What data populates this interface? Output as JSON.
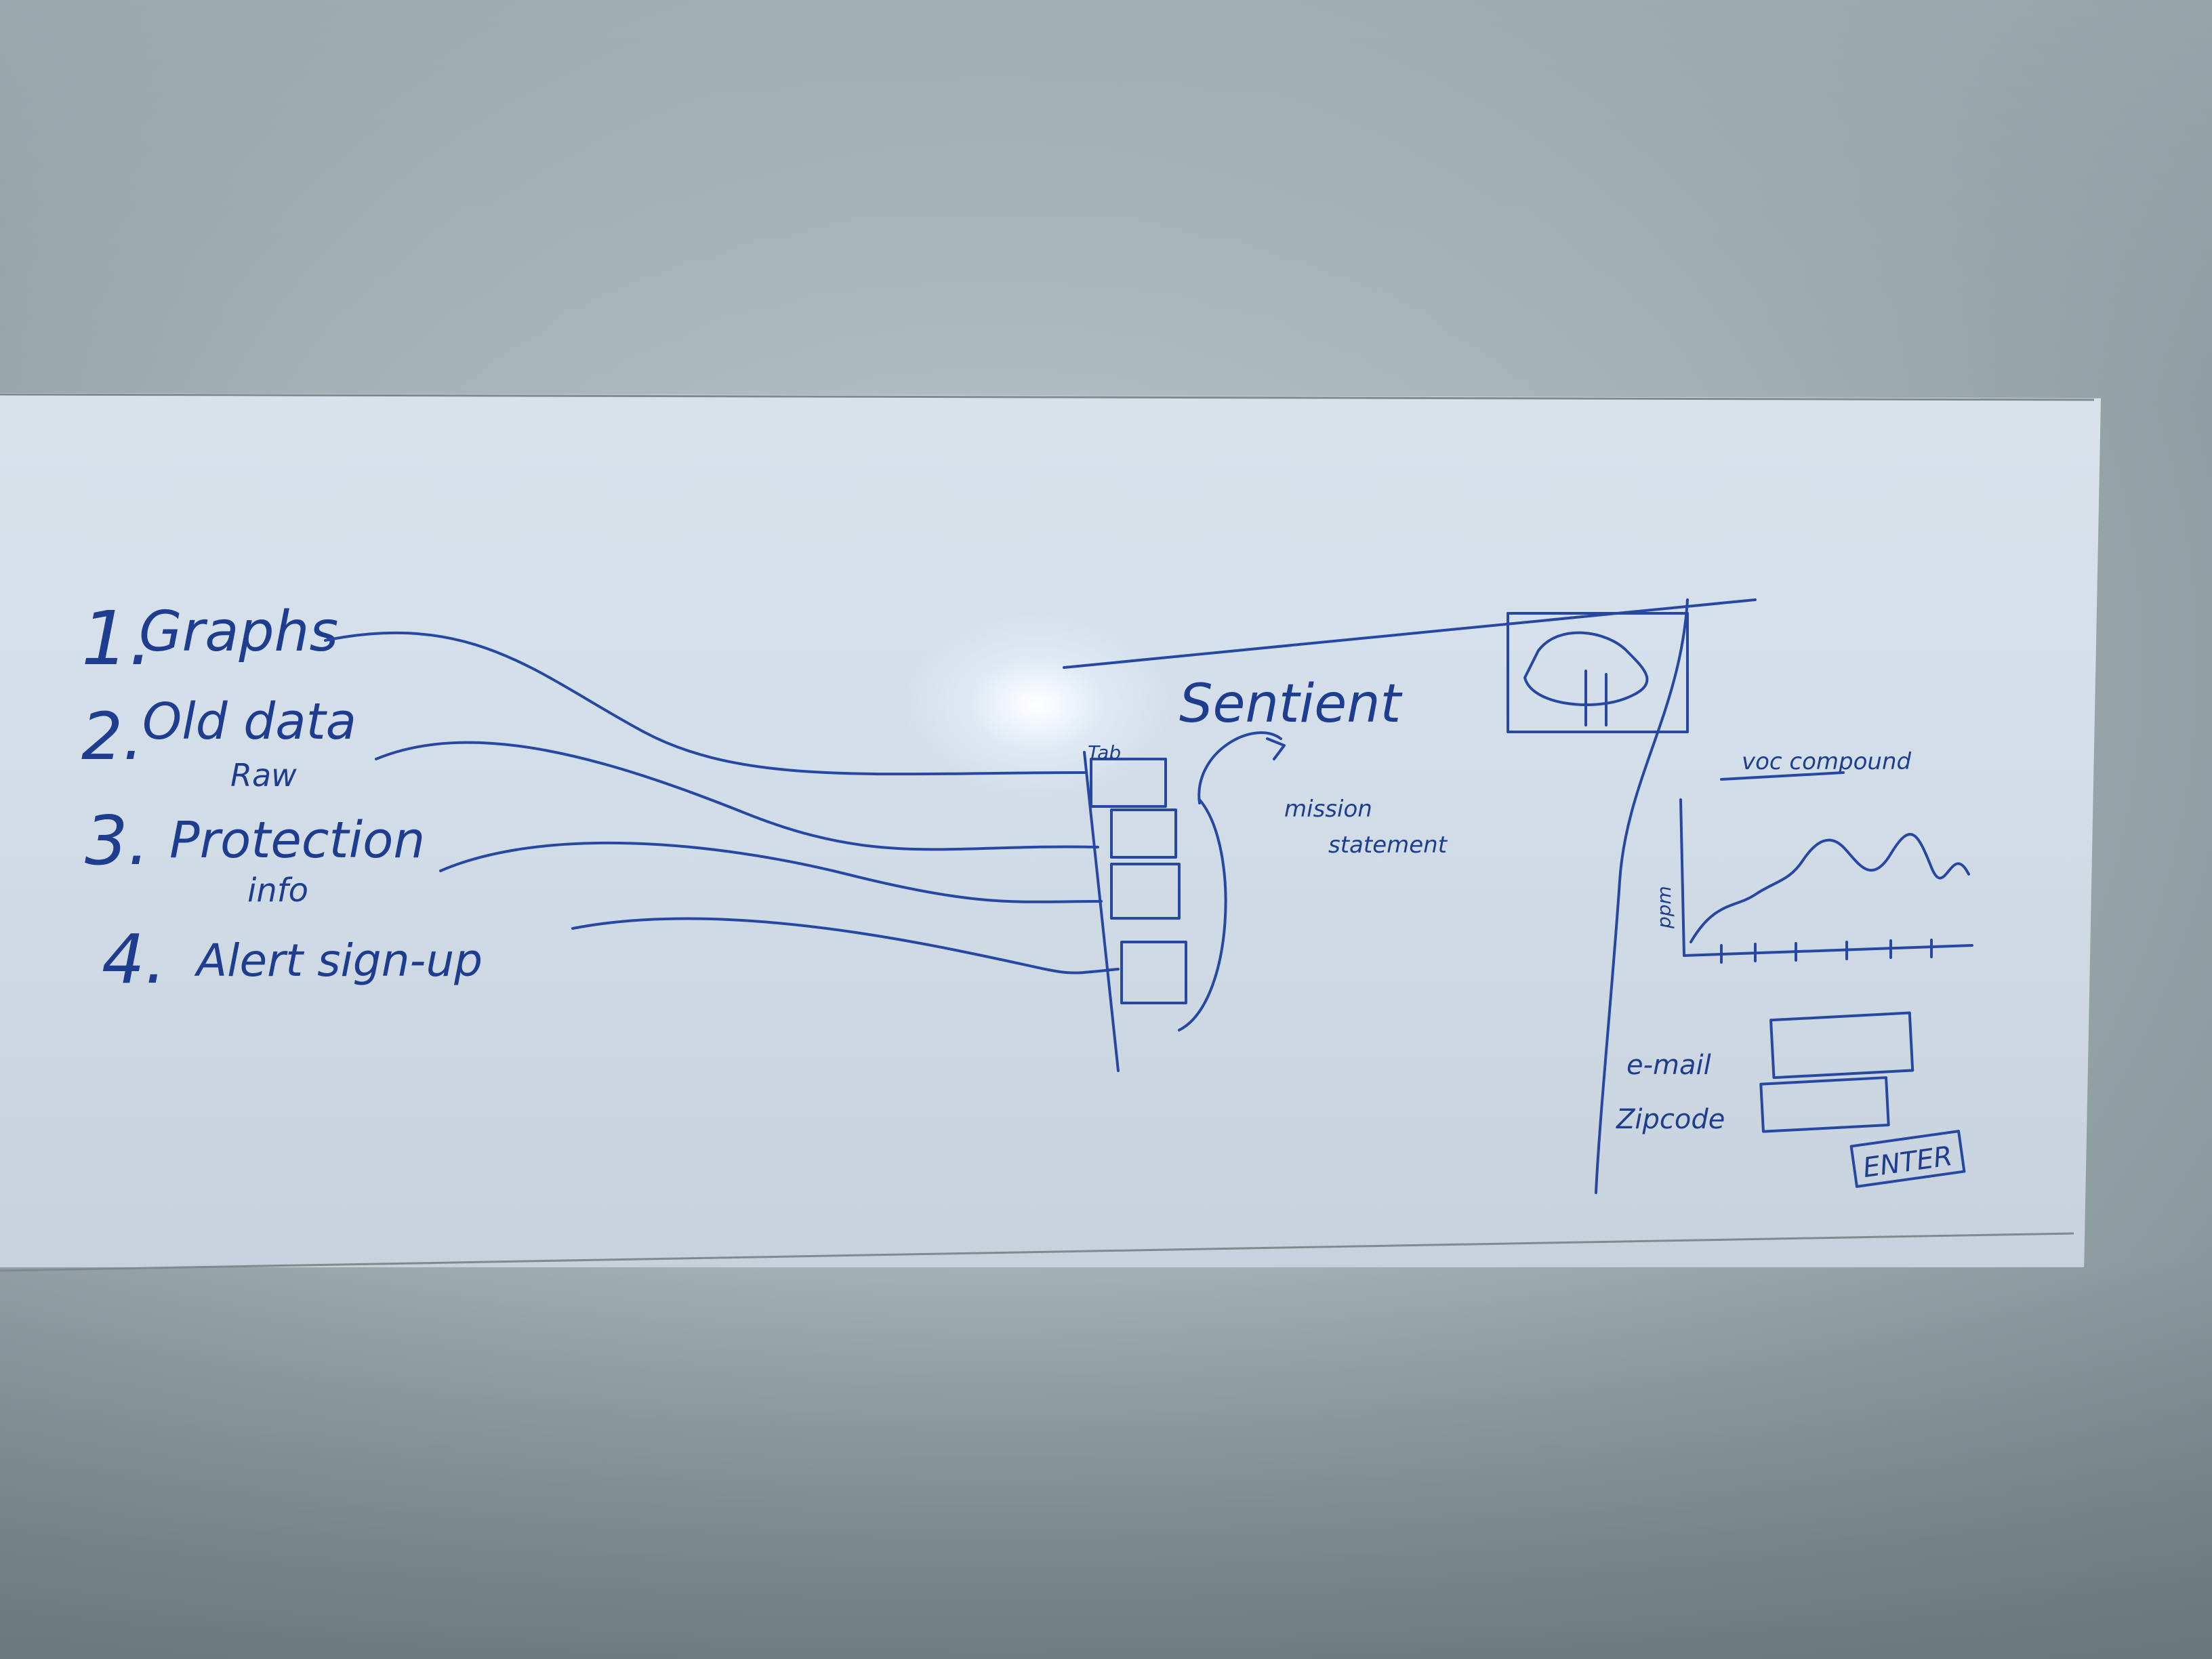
{
  "whiteboard": {
    "list": [
      {
        "number": "1.",
        "label": "Graphs"
      },
      {
        "number": "2.",
        "label": "Old data",
        "sub": "Raw"
      },
      {
        "number": "3.",
        "label": "Protection",
        "sub": "info"
      },
      {
        "number": "4.",
        "label": "Alert sign-up"
      }
    ],
    "site_title": "Sentient",
    "tab_label": "Tab",
    "mission": [
      "mission",
      "statement"
    ],
    "chart_title": "voc compound",
    "chart_ylabel": "ppm",
    "form": {
      "email_label": "e-mail",
      "zipcode_label": "Zipcode",
      "enter_label": "ENTER"
    }
  },
  "ink_color": "#2648a3"
}
